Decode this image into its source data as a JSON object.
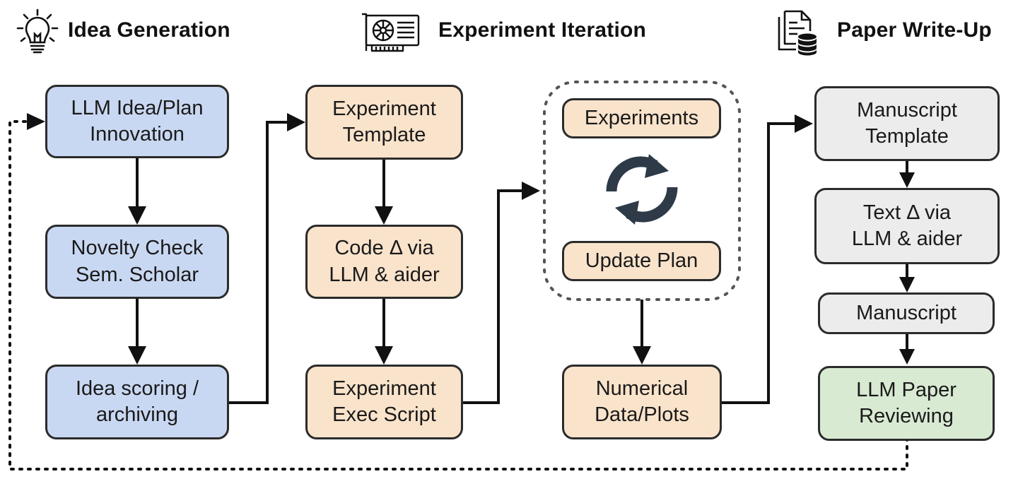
{
  "headers": {
    "idea": "Idea Generation",
    "experiment": "Experiment Iteration",
    "paper": "Paper Write-Up"
  },
  "icons": {
    "idea": "lightbulb-icon",
    "experiment": "gpu-card-icon",
    "paper": "document-database-icon",
    "loop": "refresh-cycle-icon"
  },
  "colors": {
    "idea_fill": "#c9d8f2",
    "experiment_fill": "#f9e3cb",
    "paper_fill": "#ececec",
    "review_fill": "#d9ead3",
    "loop_arrow": "#2e3a47"
  },
  "idea_column": {
    "box1": "LLM Idea/Plan\nInnovation",
    "box2": "Novelty Check\nSem. Scholar",
    "box3": "Idea scoring /\narchiving"
  },
  "experiment_column": {
    "box1": "Experiment\nTemplate",
    "box2": "Code Δ via\nLLM & aider",
    "box3": "Experiment\nExec Script"
  },
  "iteration_column": {
    "loop_top": "Experiments",
    "loop_bottom": "Update Plan",
    "output": "Numerical\nData/Plots"
  },
  "paper_column": {
    "box1": "Manuscript\nTemplate",
    "box2": "Text Δ via\nLLM & aider",
    "box3": "Manuscript",
    "box4": "LLM Paper\nReviewing"
  }
}
